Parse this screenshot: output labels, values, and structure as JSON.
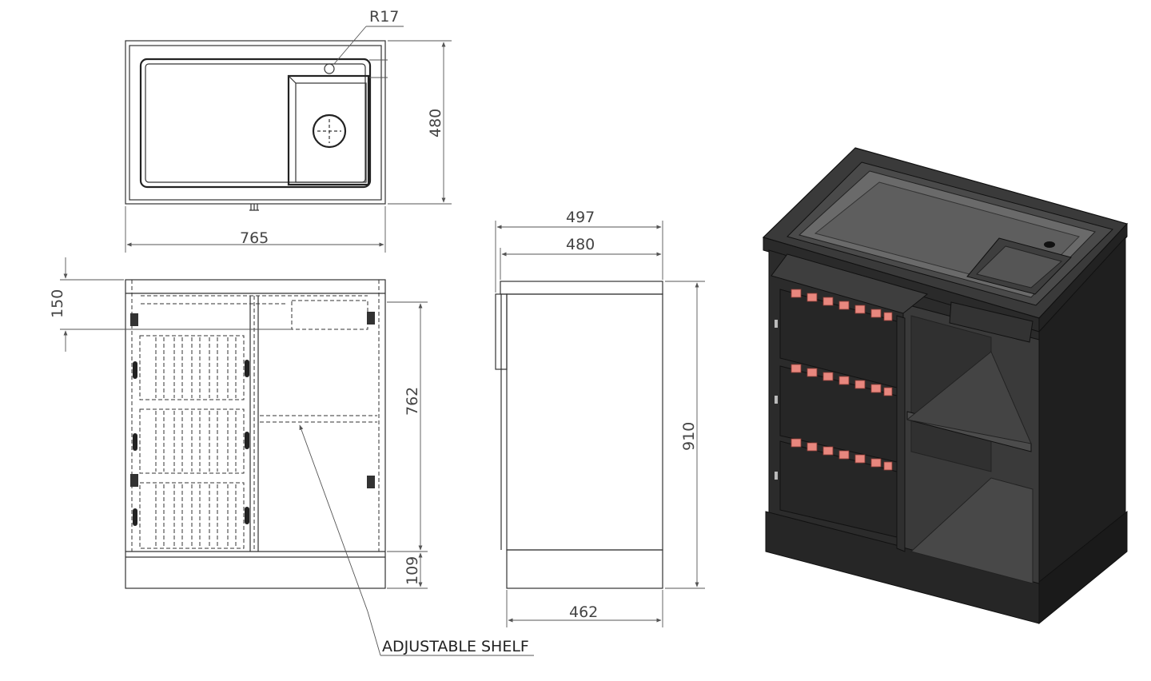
{
  "drawing": {
    "top_view": {
      "radius_label": "R17",
      "width_label": "765",
      "depth_label": "480"
    },
    "front_view": {
      "drawer_height_label": "150",
      "body_height_label": "762",
      "plinth_height_label": "109"
    },
    "side_view": {
      "overall_depth_label": "497",
      "top_depth_label": "480",
      "body_depth_label": "462",
      "overall_height_label": "910"
    },
    "callout": {
      "shelf_label": "ADJUSTABLE SHELF"
    }
  },
  "colors": {
    "line": "#333333",
    "cabinet_dark": "#2b2b2b",
    "drawer_accent": "#e8877e"
  }
}
